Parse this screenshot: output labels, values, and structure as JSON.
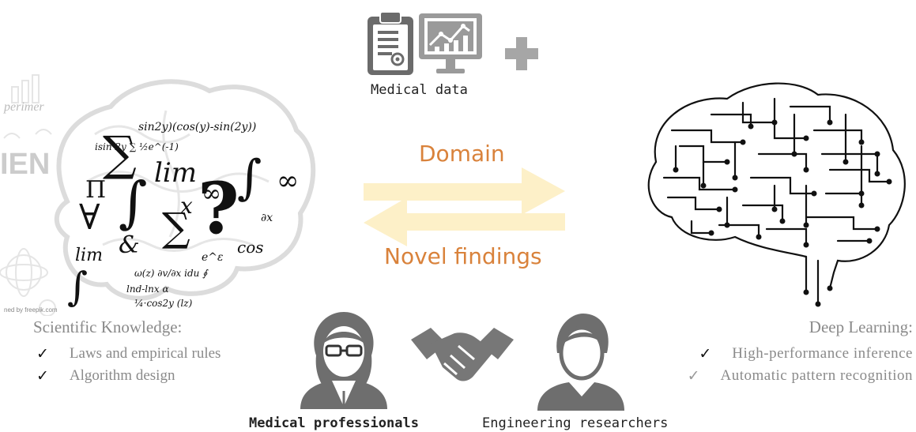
{
  "top": {
    "label": "Medical data"
  },
  "center": {
    "domain_label": "Domain",
    "findings_label": "Novel findings"
  },
  "left": {
    "watermark": "ned by freepik.com",
    "title": "Scientific Knowledge:",
    "items": [
      {
        "check": "✓",
        "text": "Laws and empirical rules"
      },
      {
        "check": "✓",
        "text": "Algorithm design"
      }
    ]
  },
  "right": {
    "title": "Deep Learning:",
    "items": [
      {
        "check": "✓",
        "text": "High-performance inference"
      },
      {
        "check": "✓",
        "text": "Automatic pattern recognition"
      }
    ]
  },
  "bottom": {
    "medical_label": "Medical professionals",
    "engineering_label": "Engineering researchers"
  },
  "colors": {
    "arrow": "#fdf0c8",
    "orange_text": "#d9823b",
    "icon_gray": "#6b6b6b",
    "icon_light": "#9a9a9a"
  }
}
